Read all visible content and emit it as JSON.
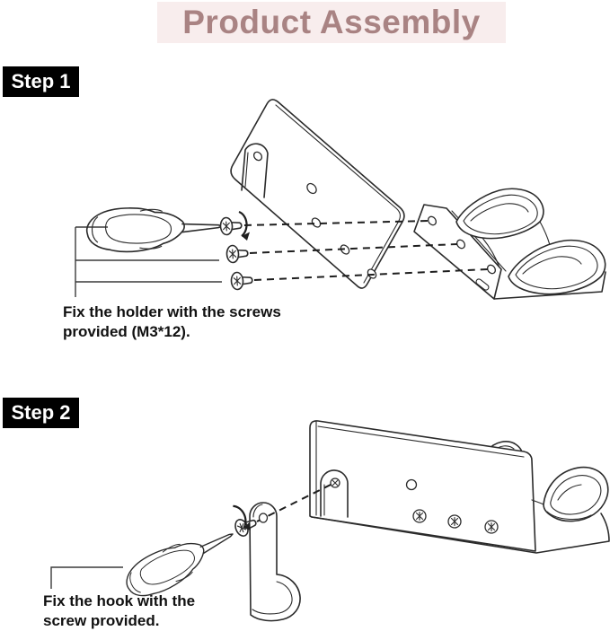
{
  "page": {
    "background": "#ffffff"
  },
  "title": {
    "text": "Product Assembly",
    "bg_color": "#f8eded",
    "text_color": "#a98383"
  },
  "step_badge": {
    "bg_color": "#000000",
    "text_color": "#ffffff"
  },
  "artwork": {
    "line_color": "#2b2b2b",
    "style": "black-and-white exploded assembly line drawing"
  },
  "steps": [
    {
      "label": "Step 1",
      "caption": [
        "Fix the holder with the screws",
        "provided (M3*12)."
      ],
      "illustration": "step1-exploded-diagram"
    },
    {
      "label": "Step 2",
      "caption": [
        "Fix the hook with the",
        "screw provided."
      ],
      "illustration": "step2-exploded-diagram"
    }
  ]
}
